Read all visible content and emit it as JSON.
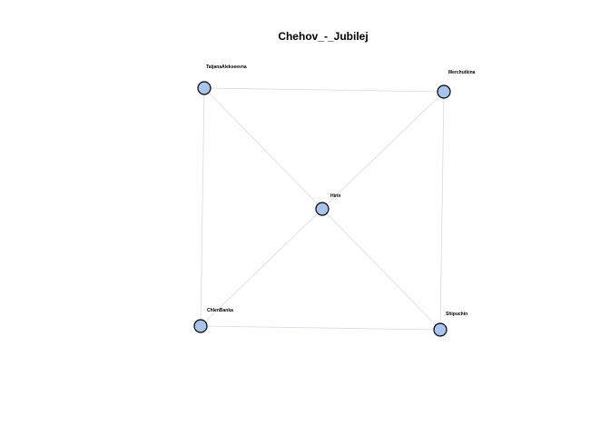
{
  "title": "Chehov_-_Jubilej",
  "colors": {
    "node_fill": "#a9c4eb",
    "node_stroke": "#000000",
    "edge": "#d3dae6"
  },
  "nodes": [
    {
      "id": "TatjanaAlekseevna",
      "label": "TatjanaAlekseevna"
    },
    {
      "id": "Merchutkina",
      "label": "Merchutkina"
    },
    {
      "id": "Hirin",
      "label": "Hirin"
    },
    {
      "id": "ChlenBanka",
      "label": "ChlenBanka"
    },
    {
      "id": "Shipuchin",
      "label": "Shipuchin"
    }
  ],
  "edges": [
    {
      "source": "TatjanaAlekseevna",
      "target": "Merchutkina"
    },
    {
      "source": "TatjanaAlekseevna",
      "target": "ChlenBanka"
    },
    {
      "source": "TatjanaAlekseevna",
      "target": "Shipuchin"
    },
    {
      "source": "Merchutkina",
      "target": "ChlenBanka"
    },
    {
      "source": "Merchutkina",
      "target": "Shipuchin"
    },
    {
      "source": "ChlenBanka",
      "target": "Shipuchin"
    }
  ]
}
